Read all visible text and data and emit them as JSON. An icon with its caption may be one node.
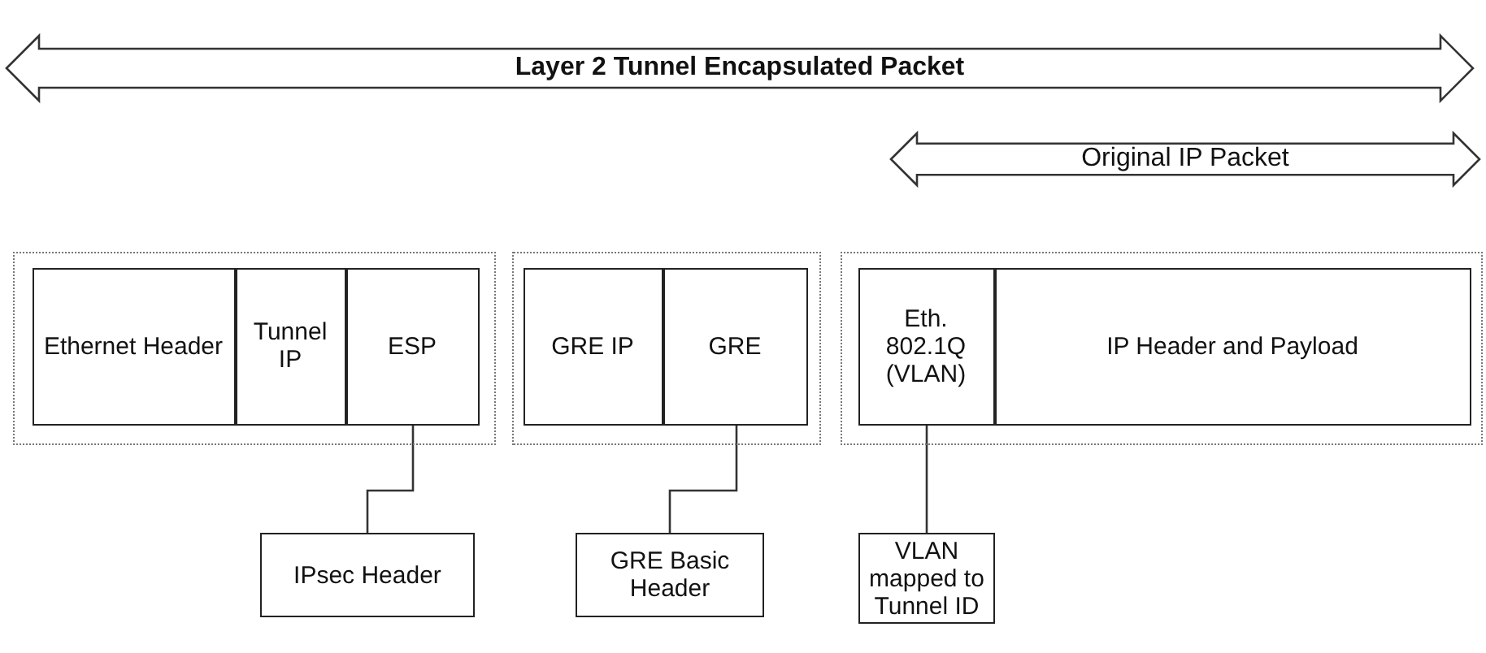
{
  "diagram": {
    "nodes": [
      {
        "text": [],
        "shape": "box"
      },
      {
        "text": [
          "Ethernet Header"
        ],
        "in": 0
      },
      {
        "text": [
          "Tunnel IP"
        ],
        "in": 0
      },
      {
        "text": [
          "ESP"
        ],
        "in": 0
      },
      {
        "text": [],
        "shape": "box"
      },
      {
        "text": [
          "GRE IP"
        ],
        "in": 4
      },
      {
        "text": [
          "GRE"
        ],
        "in": 4
      },
      {
        "text": [],
        "shape": "box"
      },
      {
        "text": [
          "Eth. 802.1Q (VLAN)"
        ],
        "in": 7
      },
      {
        "text": [
          "IP Header and Payload"
        ],
        "in": 7
      },
      {
        "text": [
          "IPsec Header"
        ]
      },
      {
        "text": [
          "GRE Basic Header"
        ]
      },
      {
        "text": [
          "VLAN mapped to Tunnel ID"
        ]
      }
    ],
    "edges": [
      {
        "from": 3,
        "to": 10,
        "arrow": "none"
      },
      {
        "from": 6,
        "to": 11,
        "arrow": "none"
      },
      {
        "from": 8,
        "to": 12,
        "arrow": "none"
      }
    ],
    "labels": [
      "Layer 2 Tunnel Encapsulated Packet",
      "Original IP Packet"
    ]
  }
}
